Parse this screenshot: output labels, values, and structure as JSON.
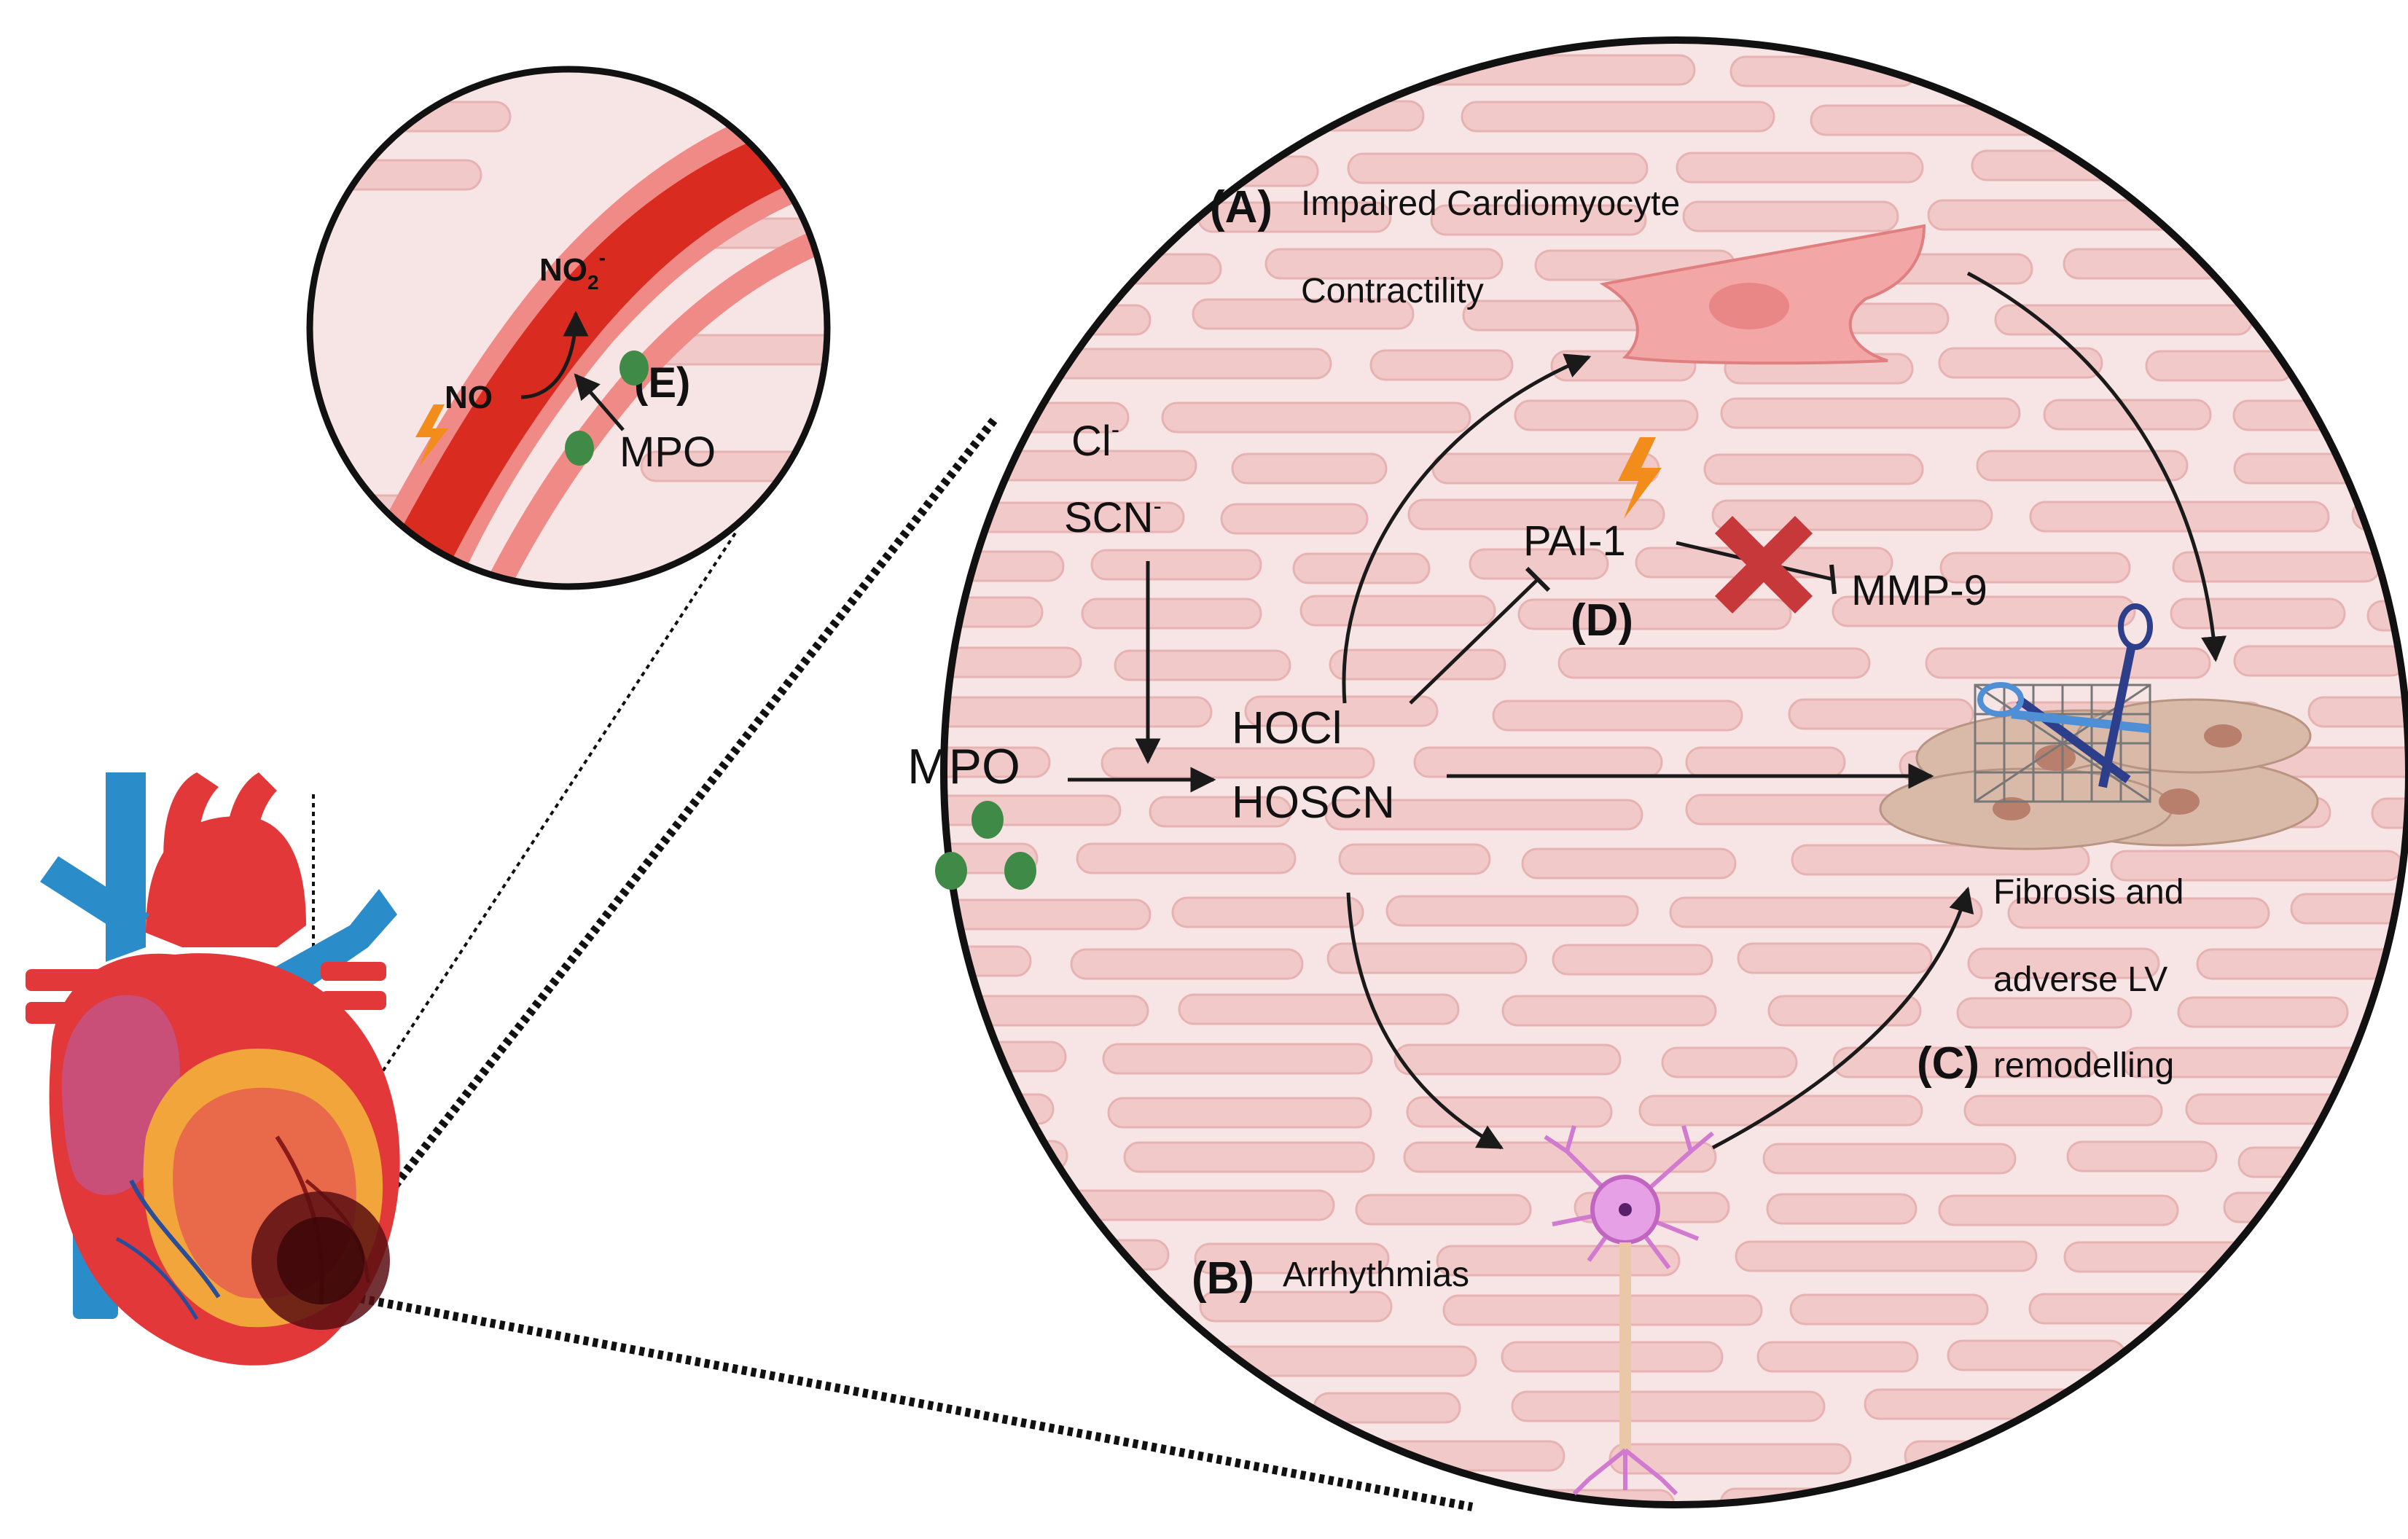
{
  "colors": {
    "tissue_bg": "#f7e4e4",
    "fiber": "#f1c9c9",
    "fiber_stroke": "#e7b2b2",
    "vessel_red": "#d92b20",
    "vessel_wall": "#ef8a86",
    "mpo_green": "#3f8a46",
    "lightning": "#f28c1a",
    "inhibit_x": "#c6383a",
    "heart_red": "#e2383a",
    "heart_blue": "#2a8cc9",
    "heart_orange": "#f1a53a",
    "arrow": "#1a1a1a"
  },
  "icons": {
    "lightning": "lightning-bolt-icon",
    "cross": "x-mark-icon",
    "scissors": "scissors-icon",
    "neuron": "neuron-icon",
    "heart": "heart-icon",
    "cardiomyocyte": "cardiomyocyte-icon",
    "fibroblasts": "fibroblast-cluster-icon"
  },
  "inset": {
    "no2_base": "NO",
    "no2_sub": "2",
    "no2_sup": "-",
    "no": "NO",
    "label_e": "(E)",
    "mpo": "MPO"
  },
  "main": {
    "label_a": "(A)",
    "impaired_line1": "Impaired Cardiomyocyte",
    "impaired_line2": "Contractility",
    "cl_base": "Cl",
    "cl_sup": "-",
    "scn_base": "SCN",
    "scn_sup": "-",
    "pai1": "PAI-1",
    "label_d": "(D)",
    "mmp9": "MMP-9",
    "mpo": "MPO",
    "hocl": "HOCl",
    "hoscn": "HOSCN",
    "fibrosis_line1": "Fibrosis and",
    "fibrosis_line2": "adverse LV",
    "label_c": "(C)",
    "remodelling": "remodelling",
    "label_b": "(B)",
    "arrhythmias": "Arrhythmias"
  }
}
